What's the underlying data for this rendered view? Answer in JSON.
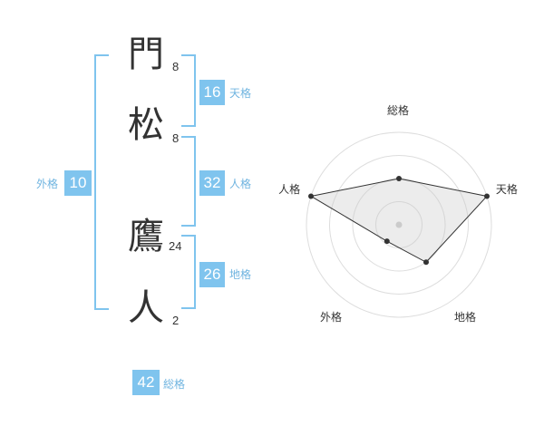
{
  "chars": [
    {
      "char": "門",
      "strokes": "8"
    },
    {
      "char": "松",
      "strokes": "8"
    },
    {
      "char": "鷹",
      "strokes": "24"
    },
    {
      "char": "人",
      "strokes": "2"
    }
  ],
  "fortunes": {
    "tenkaku": {
      "value": "16",
      "label": "天格"
    },
    "jinkaku": {
      "value": "32",
      "label": "人格"
    },
    "chikaku": {
      "value": "26",
      "label": "地格"
    },
    "gaikaku": {
      "value": "10",
      "label": "外格"
    },
    "soukaku": {
      "value": "42",
      "label": "総格"
    }
  },
  "colors": {
    "accent": "#7fc4ee",
    "label": "#6fb4e0",
    "text": "#333333"
  },
  "chart_data": {
    "type": "radar",
    "axes": [
      "総格",
      "天格",
      "地格",
      "外格",
      "人格"
    ],
    "values": [
      0.5,
      1.0,
      0.5,
      0.22,
      1.0
    ],
    "rings": 4,
    "grid": true
  }
}
